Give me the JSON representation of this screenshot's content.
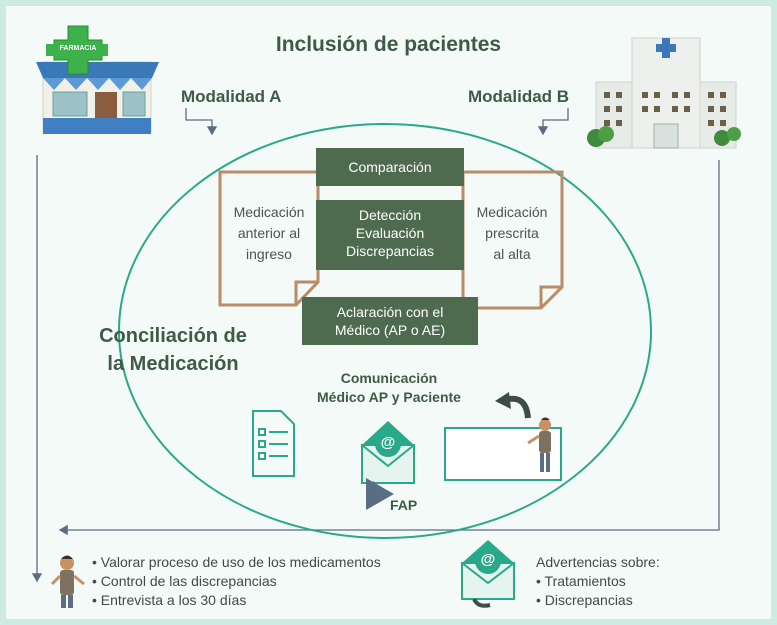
{
  "title": "Inclusión de pacientes",
  "pharmacy_sign": "FARMACIA",
  "modalidad_a": "Modalidad A",
  "modalidad_b": "Modalidad B",
  "center": {
    "comparacion": "Comparación",
    "deteccion": [
      "Detección",
      "Evaluación",
      "Discrepancias"
    ],
    "aclaracion": [
      "Aclaración con el",
      "Médico (AP o AE)"
    ]
  },
  "left_doc": [
    "Medicación",
    "anterior al",
    "ingreso"
  ],
  "right_doc": [
    "Medicación",
    "prescrita",
    "al alta"
  ],
  "conciliacion": [
    "Conciliación de",
    "la Medicación"
  ],
  "comunicacion": [
    "Comunicación",
    "Médico AP y Paciente"
  ],
  "email_symbol": "@",
  "fap": "FAP",
  "bottom_left": [
    "Valorar proceso de uso de los medicamentos",
    "Control de las discrepancias",
    "Entrevista a los 30 días"
  ],
  "bottom_right": {
    "heading": "Advertencias sobre:",
    "items": [
      "Tratamientos",
      "Discrepancias"
    ]
  },
  "colors": {
    "frame": "#cdeae3",
    "teal": "#2aa88a",
    "dark_green": "#4f6b4f",
    "brown": "#b98c67",
    "connector": "#5b6d84"
  }
}
